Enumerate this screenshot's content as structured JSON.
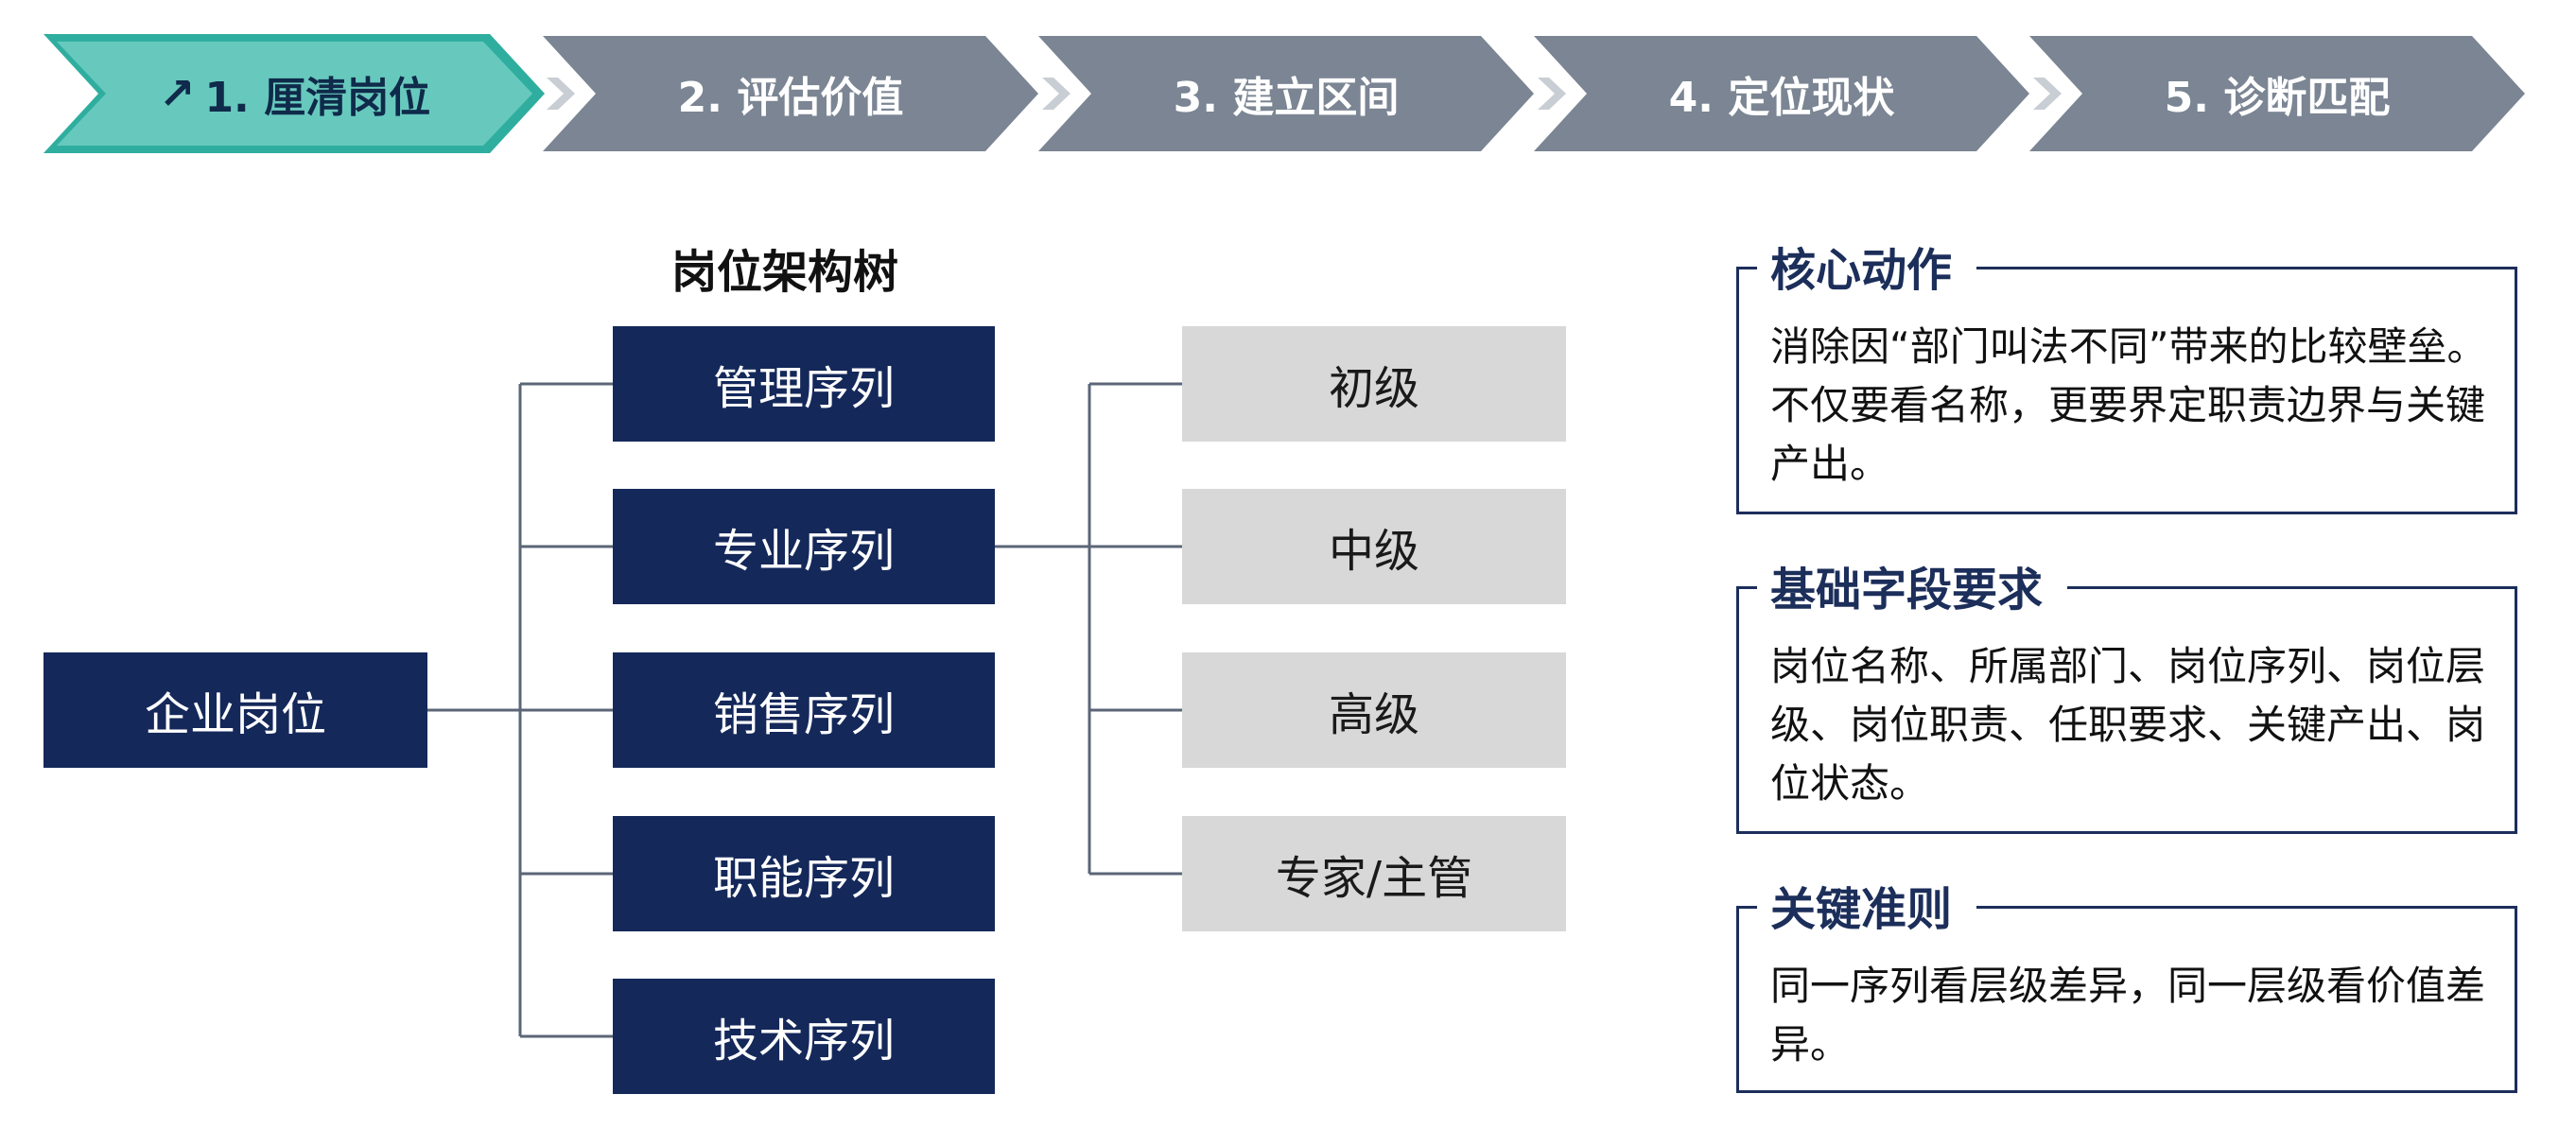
{
  "steps": [
    {
      "label": "1. 厘清岗位",
      "icon": "arrow-up-right-icon",
      "active": true
    },
    {
      "label": "2. 评估价值",
      "active": false
    },
    {
      "label": "3. 建立区间",
      "active": false
    },
    {
      "label": "4. 定位现状",
      "active": false
    },
    {
      "label": "5. 诊断匹配",
      "active": false
    }
  ],
  "tree": {
    "title": "岗位架构树",
    "root": "企业岗位",
    "sequences": [
      "管理序列",
      "专业序列",
      "销售序列",
      "职能序列",
      "技术序列"
    ],
    "levels": [
      "初级",
      "中级",
      "高级",
      "专家/主管"
    ]
  },
  "panels": [
    {
      "title": "核心动作",
      "body": "消除因“部门叫法不同”带来的比较壁垒。不仅要看名称，更要界定职责边界与关键产出。"
    },
    {
      "title": "基础字段要求",
      "body": "岗位名称、所属部门、岗位序列、岗位层级、岗位职责、任职要求、关键产出、岗位状态。"
    },
    {
      "title": "关键准则",
      "body": "同一序列看层级差异，同一层级看价值差异。"
    }
  ],
  "colors": {
    "active_step": "#67c9bd",
    "inactive_step": "#7b8593",
    "dark_node": "#14285a",
    "light_node": "#d8d8d8",
    "panel_border": "#1c2e5a"
  }
}
